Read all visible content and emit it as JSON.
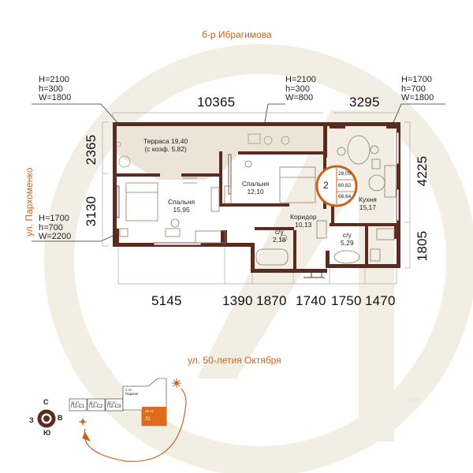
{
  "streets": {
    "top": "б-р Ибрагимова",
    "left": "ул. Пархоменко",
    "bottom": "ул. 50-летия Октября"
  },
  "windows": [
    {
      "h_big": "H=2100",
      "h_small": "h=300",
      "w": "W=1800"
    },
    {
      "h_big": "H=2100",
      "h_small": "h=300",
      "w": "W=800"
    },
    {
      "h_big": "H=1700",
      "h_small": "h=700",
      "w": "W=1800"
    },
    {
      "h_big": "H=1700",
      "h_small": "h=700",
      "w": "W=2200"
    }
  ],
  "dimensions": {
    "top": [
      "10365",
      "3295"
    ],
    "left": [
      "2365",
      "3130"
    ],
    "right": [
      "4225",
      "1805"
    ],
    "bottom": [
      "5145",
      "1390",
      "1870",
      "1740",
      "1750",
      "1470"
    ]
  },
  "rooms": [
    {
      "name": "Терраса 19,40",
      "area": "(с коэф. 5,82)"
    },
    {
      "name": "Спальня",
      "area": "12,10"
    },
    {
      "name": "Спальня",
      "area": "15,95"
    },
    {
      "name": "Кухня",
      "area": "15,17"
    },
    {
      "name": "Коридор",
      "area": "10,13"
    },
    {
      "name": "с/у",
      "area": "2,18"
    },
    {
      "name": "с/у",
      "area": "5,29"
    }
  ],
  "badge": {
    "rooms": "2",
    "areas": [
      "28,05",
      "60,82",
      "66,64"
    ]
  },
  "compass": {
    "n": "С",
    "e": "В",
    "s": "Ю",
    "w": "З"
  },
  "keyplan": {
    "cells": [
      "11 эт.",
      "П2-С1",
      "11 эт.",
      "П2-С2",
      "10 эт.",
      "П2-С3"
    ],
    "parking": [
      "1 эт.",
      "Паркинг"
    ],
    "highlight": [
      "22 эт.",
      "Л1"
    ]
  },
  "watermark": "SM",
  "colors": {
    "wall": "#5b2b20",
    "accent": "#c8641e",
    "terrace": "#ece4d7",
    "bg_logo": "#f4efe6"
  }
}
